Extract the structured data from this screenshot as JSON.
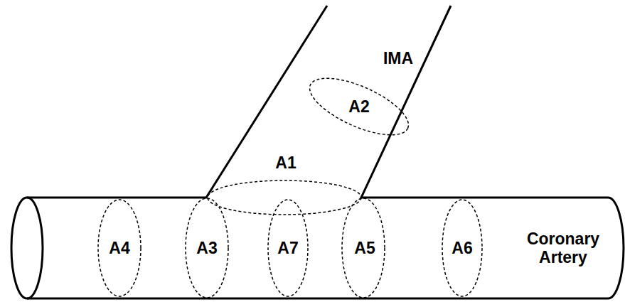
{
  "diagram": {
    "labels": [
      "IMA",
      "A2",
      "A1",
      "A4",
      "A3",
      "A7",
      "A5",
      "A6",
      "Coronary Artery"
    ]
  }
}
